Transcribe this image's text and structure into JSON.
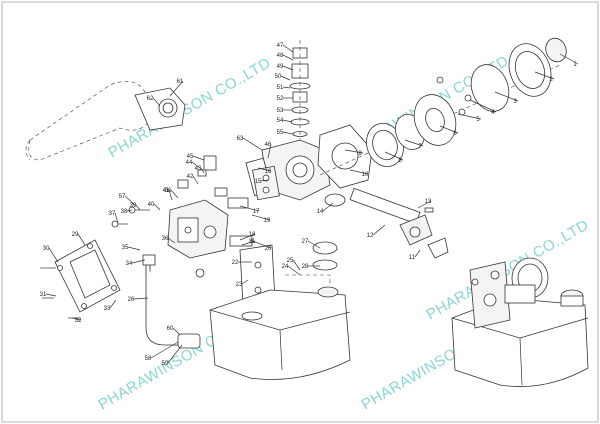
{
  "watermark": "PHARAWINSON CO.,LTD",
  "callouts": [
    "1",
    "2",
    "3",
    "4",
    "5",
    "6",
    "7",
    "8",
    "9",
    "10",
    "11",
    "12",
    "13",
    "14",
    "15",
    "16",
    "17",
    "18",
    "19",
    "20",
    "21",
    "22",
    "23",
    "24",
    "25",
    "26",
    "27",
    "28",
    "29",
    "30",
    "31",
    "32",
    "33",
    "34",
    "35",
    "36",
    "37",
    "38",
    "39",
    "40",
    "41",
    "42",
    "43",
    "44",
    "45",
    "46",
    "47",
    "48",
    "49",
    "50",
    "51",
    "52",
    "53",
    "54",
    "55",
    "56",
    "57",
    "58",
    "59",
    "60",
    "61",
    "62",
    "63"
  ]
}
